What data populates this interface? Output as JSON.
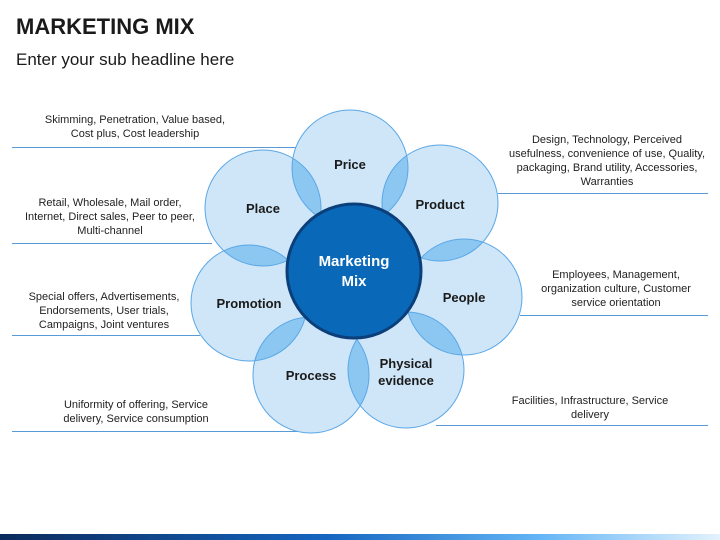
{
  "title": "MARKETING MIX",
  "subtitle": "Enter your sub headline here",
  "center": {
    "line1": "Marketing",
    "line2": "Mix"
  },
  "petals": [
    {
      "id": "price",
      "line1": "Price",
      "line2": ""
    },
    {
      "id": "product",
      "line1": "Product",
      "line2": ""
    },
    {
      "id": "people",
      "line1": "People",
      "line2": ""
    },
    {
      "id": "physical",
      "line1": "Physical",
      "line2": "evidence"
    },
    {
      "id": "process",
      "line1": "Process",
      "line2": ""
    },
    {
      "id": "promotion",
      "line1": "Promotion",
      "line2": ""
    },
    {
      "id": "place",
      "line1": "Place",
      "line2": ""
    }
  ],
  "descriptions": {
    "price": [
      "Skimming, Penetration, Value based,",
      "Cost plus, Cost leadership"
    ],
    "place": [
      "Retail, Wholesale, Mail order,",
      "Internet, Direct sales, Peer to peer,",
      "Multi-channel"
    ],
    "promotion": [
      "Special offers, Advertisements,",
      "Endorsements, User trials,",
      "Campaigns, Joint ventures"
    ],
    "process": [
      "Uniformity of offering, Service",
      "delivery, Service consumption"
    ],
    "product": [
      "Design, Technology, Perceived",
      "usefulness, convenience of use, Quality,",
      "packaging, Brand utility, Accessories,",
      "Warranties"
    ],
    "people": [
      "Employees, Management,",
      "organization culture, Customer",
      "service orientation"
    ],
    "physical": [
      "Facilities, Infrastructure, Service",
      "delivery"
    ]
  },
  "colors": {
    "petal_fill": "#cfe6f9",
    "petal_stroke": "#5aa7e6",
    "overlap_fill": "#8cc7f2",
    "center_fill": "#0a68b8",
    "center_stroke": "#0b3f7a",
    "line": "#5b9bd5"
  }
}
